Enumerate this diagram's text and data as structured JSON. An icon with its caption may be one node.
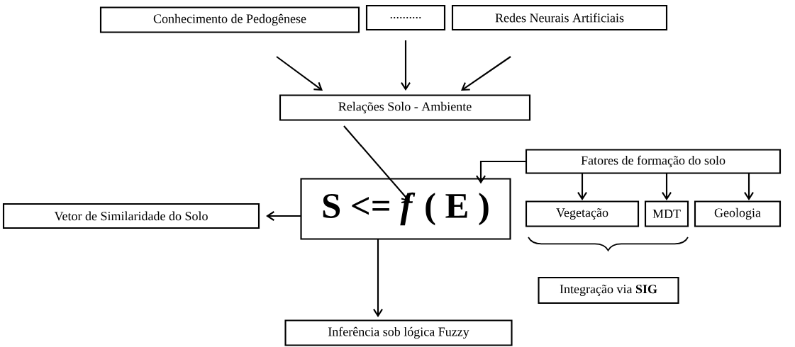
{
  "diagram": {
    "nodes": [
      {
        "text": [
          "Conhecimento de Pedogênese"
        ]
      },
      {
        "text": [
          ".........."
        ]
      },
      {
        "text": [
          "Redes Neurais Artificiais"
        ]
      },
      {
        "text": [
          "Relações Solo - Ambiente"
        ]
      },
      {
        "text": [
          "S <= *f* ( E )"
        ]
      },
      {
        "text": [
          "Vetor de Similaridade do Solo"
        ]
      },
      {
        "text": [
          "Inferência sob lógica Fuzzy"
        ]
      },
      {
        "text": [
          "Fatores de formação do solo"
        ]
      },
      {
        "text": [
          "Vegetação"
        ]
      },
      {
        "text": [
          "MDT"
        ]
      },
      {
        "text": [
          "Geologia"
        ]
      },
      {
        "text": [
          "Integração via **SIG**"
        ]
      }
    ],
    "edges": [
      {
        "from": 0,
        "to": 3,
        "arrow": "to"
      },
      {
        "from": 1,
        "to": 3,
        "arrow": "to"
      },
      {
        "from": 2,
        "to": 3,
        "arrow": "to"
      },
      {
        "from": 3,
        "to": 4,
        "arrow": "to"
      },
      {
        "from": 7,
        "to": 4,
        "arrow": "to"
      },
      {
        "from": 4,
        "to": 5,
        "arrow": "to"
      },
      {
        "from": 4,
        "to": 6,
        "arrow": "to"
      },
      {
        "from": 7,
        "to": 8,
        "arrow": "to"
      },
      {
        "from": 7,
        "to": 9,
        "arrow": "to"
      },
      {
        "from": 7,
        "to": 10,
        "arrow": "to"
      }
    ]
  }
}
